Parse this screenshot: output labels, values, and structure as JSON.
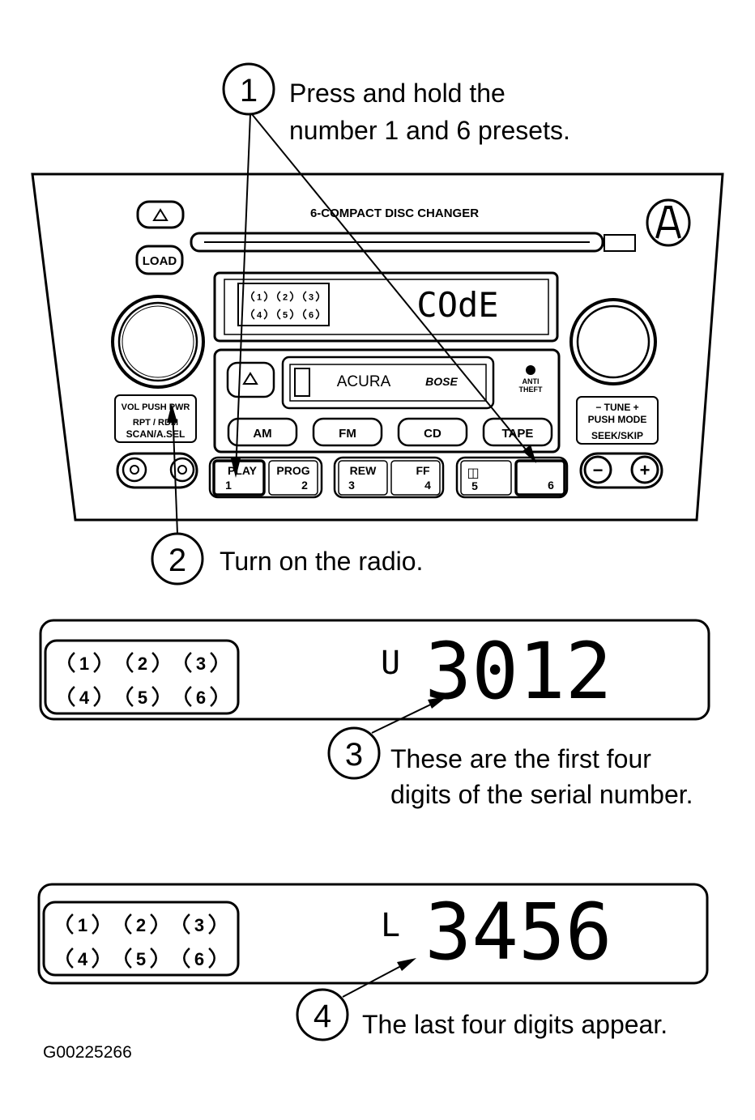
{
  "steps": [
    {
      "num": "1",
      "text_line1": "Press and hold the",
      "text_line2": "number 1 and 6 presets."
    },
    {
      "num": "2",
      "text_line1": "Turn on the radio."
    },
    {
      "num": "3",
      "text_line1": "These are the first four",
      "text_line2": "digits of the serial number."
    },
    {
      "num": "4",
      "text_line1": "The last four digits appear."
    }
  ],
  "radio": {
    "changer_label": "6-COMPACT DISC CHANGER",
    "load_label": "LOAD",
    "display_text": "COdE",
    "brand": "ACURA",
    "audio_brand": "BOSE",
    "anti_theft_line1": "ANTI",
    "anti_theft_line2": "THEFT",
    "vol_label": "VOL PUSH PWR",
    "rpt_label": "RPT / RDM",
    "scan_label": "SCAN/A.SEL",
    "tune_label": "− TUNE +",
    "mode_label": "PUSH MODE",
    "seek_label": "SEEK/SKIP",
    "source_buttons": [
      "AM",
      "FM",
      "CD",
      "TAPE"
    ],
    "presets": [
      {
        "label": "PLAY",
        "num": "1"
      },
      {
        "label": "PROG",
        "num": "2"
      },
      {
        "label": "REW",
        "num": "3"
      },
      {
        "label": "FF",
        "num": "4"
      },
      {
        "label": "◫",
        "num": "5"
      },
      {
        "label": "",
        "num": "6"
      }
    ],
    "minus": "−",
    "plus": "+"
  },
  "display1": {
    "prefix": "U",
    "digits": "3012"
  },
  "display2": {
    "prefix": "L",
    "digits": "3456"
  },
  "disc_indicators": [
    "1",
    "2",
    "3",
    "4",
    "5",
    "6"
  ],
  "figure_id": "G00225266"
}
